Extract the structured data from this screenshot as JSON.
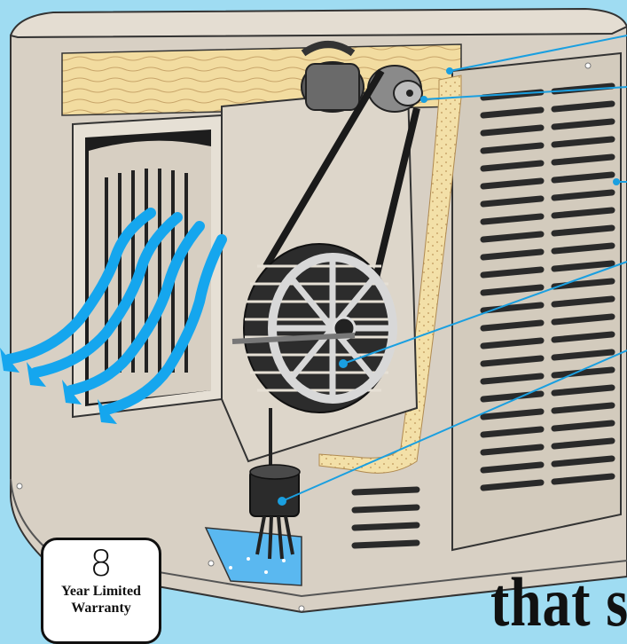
{
  "warranty_badge": {
    "number": "8",
    "line1": "Year Limited",
    "line2": "Warranty"
  },
  "tagline": "that se",
  "colors": {
    "background": "#9fdcf2",
    "cabinet": "#d8d0c4",
    "callout_line": "#1a9fe0",
    "airflow_arrows": "#15a6ee",
    "pad_media": "#f2dca0",
    "water": "#5ab8f0"
  },
  "callouts": [
    "pump-callout",
    "wheel-callout",
    "louver-callout",
    "pulley-callout",
    "pad-callout"
  ]
}
